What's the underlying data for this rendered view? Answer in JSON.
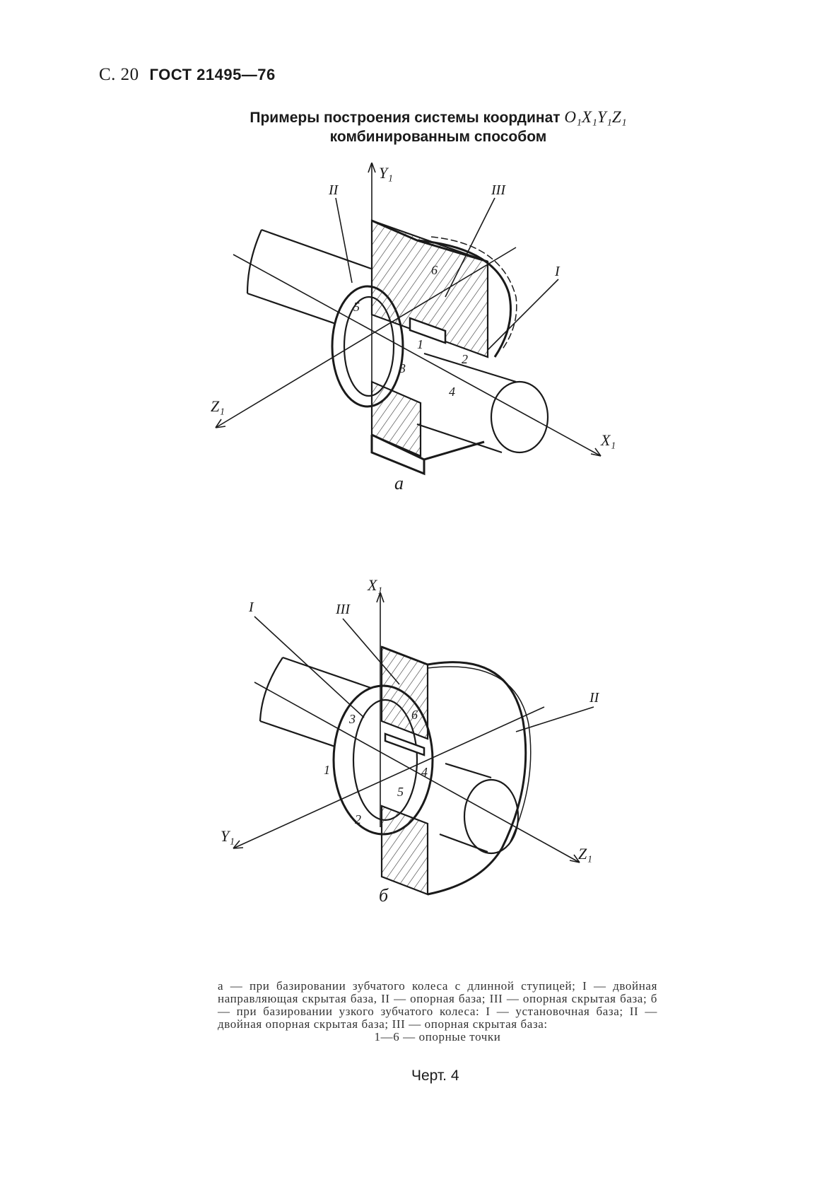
{
  "header": {
    "page": "С. 20",
    "standard": "ГОСТ 21495—76"
  },
  "title": {
    "line1_text": "Примеры построения системы координат",
    "coords": "O₁X₁Y₁Z₁",
    "line2": "комбинированным способом"
  },
  "figure_a": {
    "axes": {
      "vertical": "Y₁",
      "left": "Z₁",
      "right": "X₁"
    },
    "bases": {
      "b1": "I",
      "b2": "II",
      "b3": "III"
    },
    "points": {
      "p1": "1",
      "p2": "2",
      "p3": "3",
      "p4": "4",
      "p5": "5",
      "p6": "6"
    },
    "letter": "a"
  },
  "figure_b": {
    "axes": {
      "vertical": "X₁",
      "left": "Y₁",
      "right": "Z₁"
    },
    "bases": {
      "b1": "I",
      "b2": "II",
      "b3": "III"
    },
    "points": {
      "p1": "1",
      "p2": "2",
      "p3": "3",
      "p4": "4",
      "p5": "5",
      "p6": "6"
    },
    "letter": "б"
  },
  "caption": {
    "text": "a — при базировании зубчатого колеса с длинной ступицей; I — двойная направляющая скрытая база, II — опорная база; III — опорная скрытая база; б — при базировании узкого зубчатого колеса: I — установочная база; II — двойная опорная скрытая база; III — опорная скрытая база:",
    "last": "1—6 — опорные точки"
  },
  "chart_number": "Черт. 4"
}
